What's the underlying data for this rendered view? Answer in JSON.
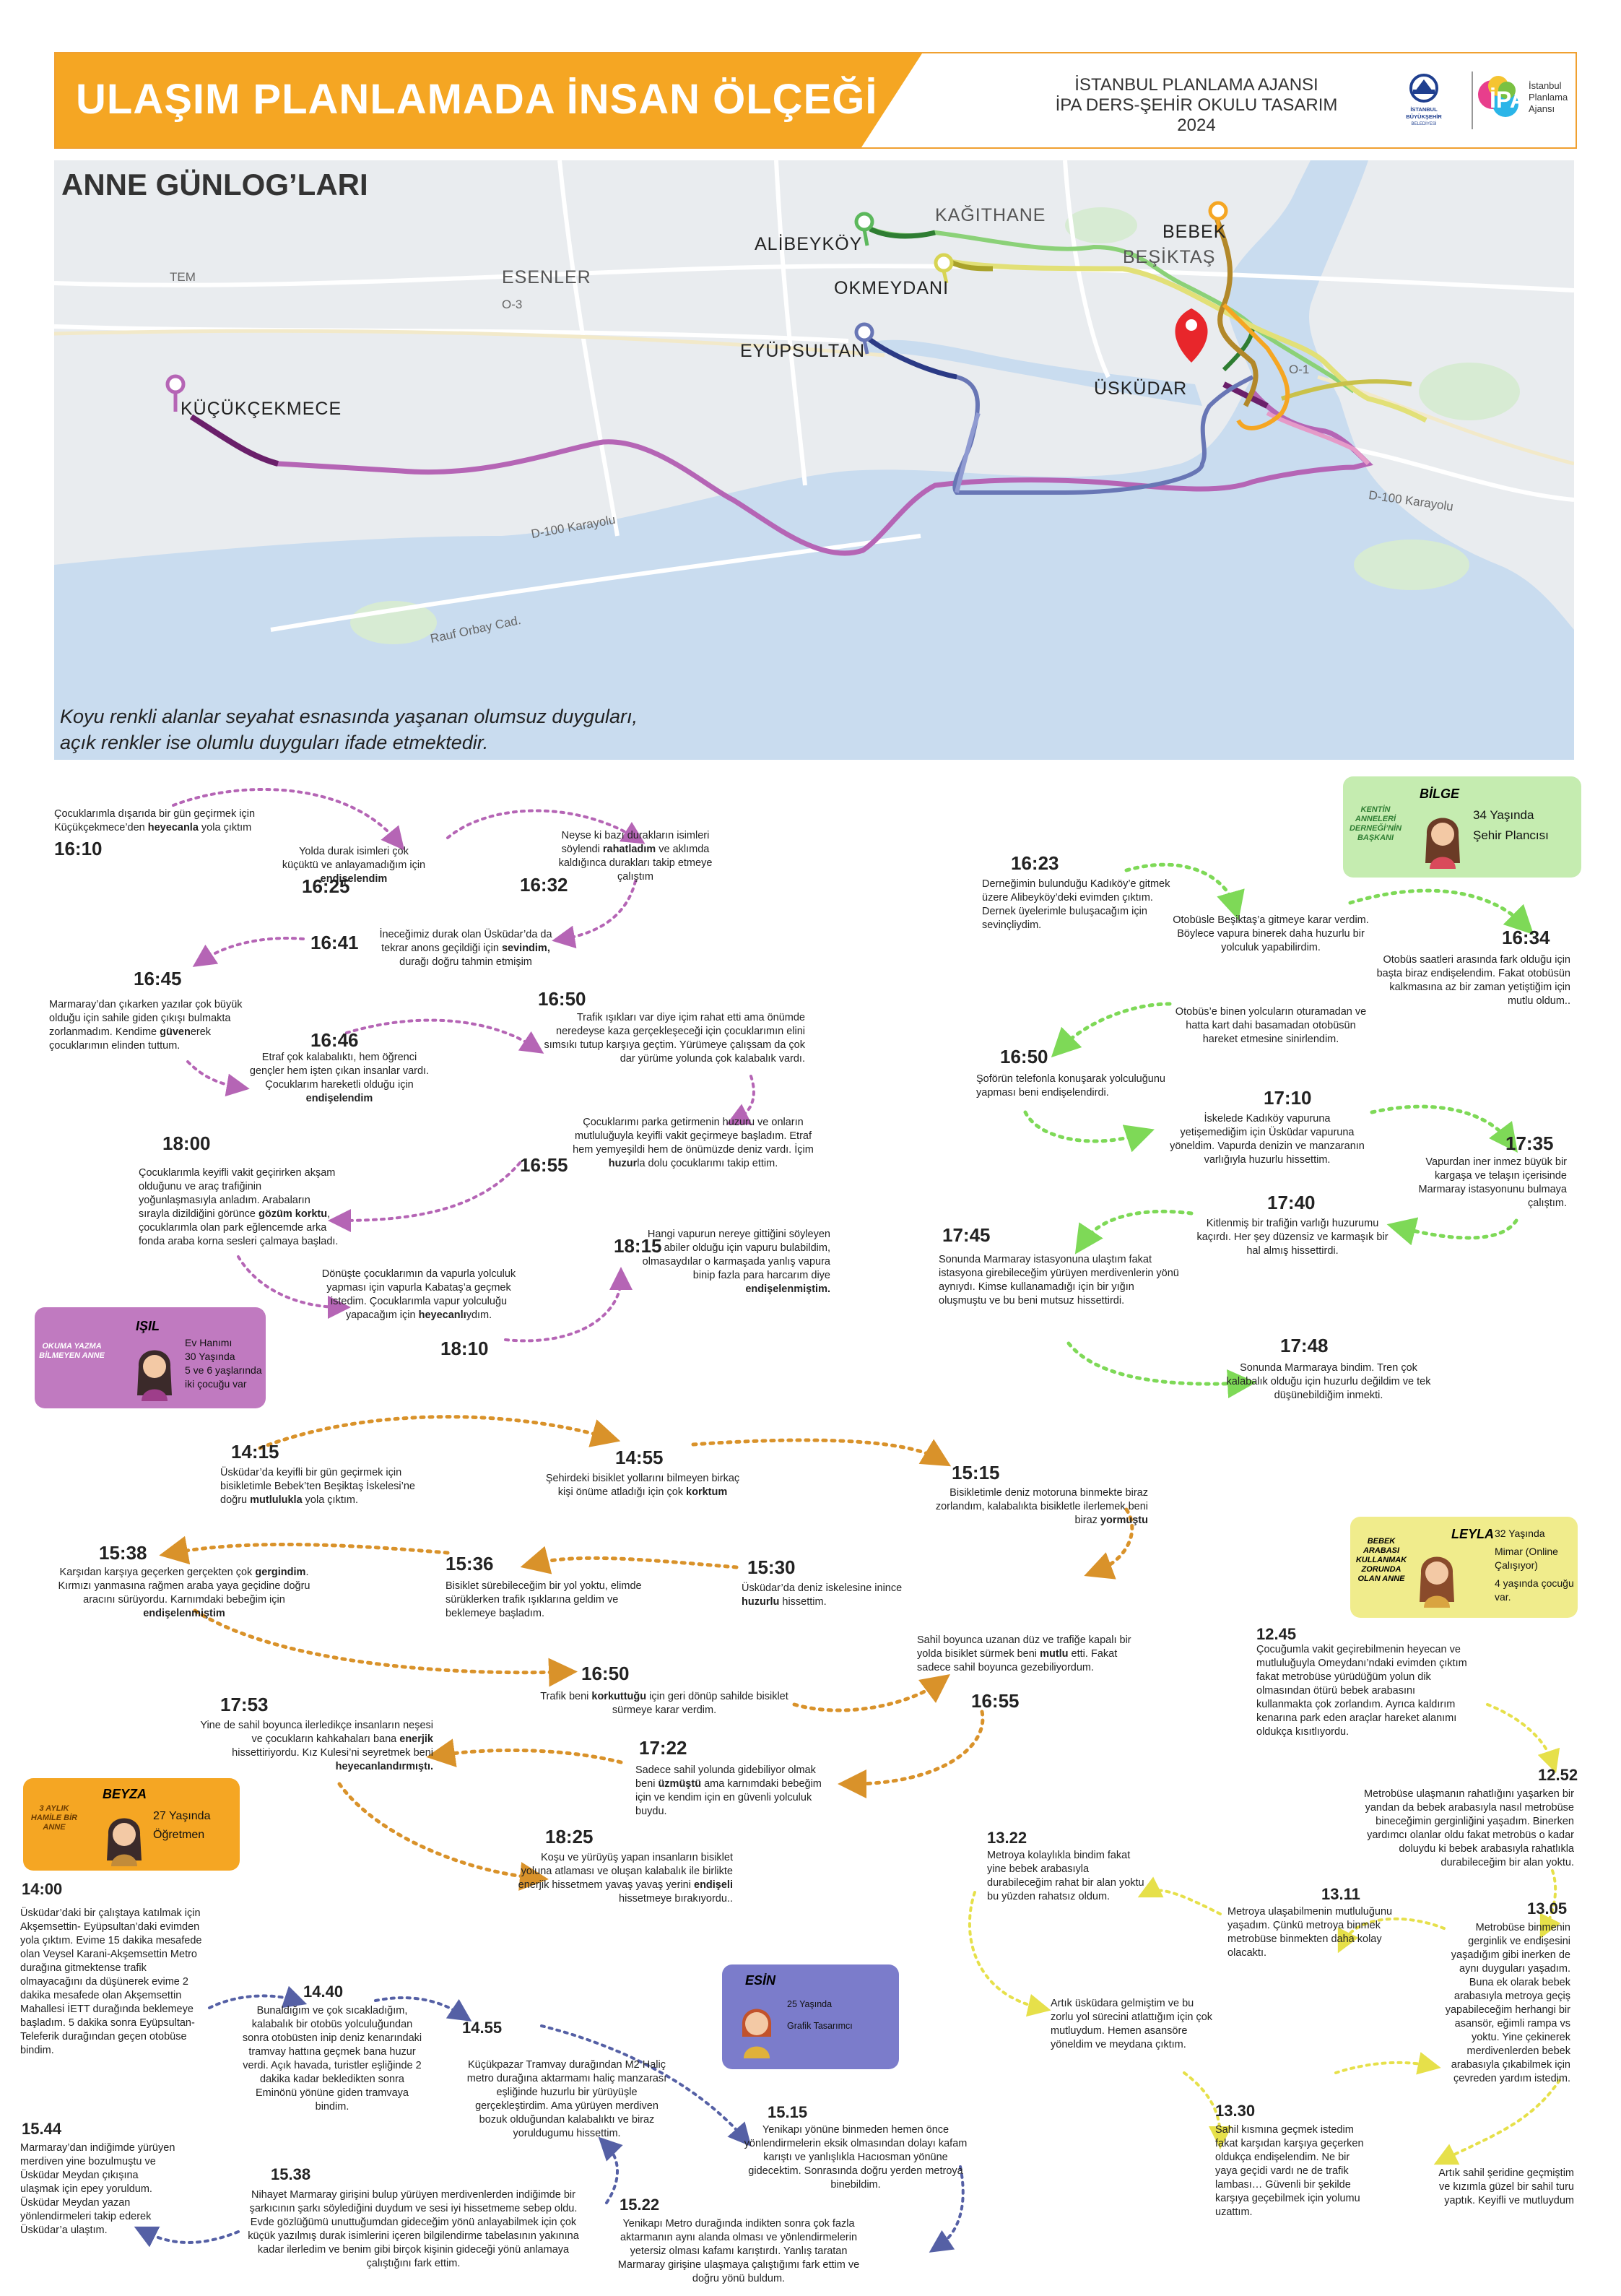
{
  "header": {
    "title": "ULAŞIM PLANLAMADA İNSAN ÖLÇEĞİ",
    "org_line1": "İSTANBUL PLANLAMA AJANSI",
    "org_line2": "İPA DERS-ŞEHİR OKULU TASARIM",
    "org_line3": "2024",
    "ibb_logo_text": "İSTANBUL BÜYÜKŞEHİR BELEDİYESİ",
    "ipa_logo_text": "İstanbul Planlama Ajansı"
  },
  "map": {
    "title": "ANNE GÜNLOG’LARI",
    "caption_line1": "Koyu renkli alanlar seyahat esnasında yaşanan olumsuz duyguları,",
    "caption_line2": "açık renkler ise olumlu duyguları ifade etmektedir.",
    "places": [
      "ALİBEYKÖY",
      "KAĞITHANE",
      "BEBEK",
      "BEŞİKTAŞ",
      "OKMEYDANI",
      "ESENLER",
      "EYÜPSULTAN",
      "KÜÇÜKÇEKMECE",
      "ÜSKÜDAR"
    ],
    "roads": [
      "TEM",
      "D-100 Karayolu",
      "Rauf Orbay Cad.",
      "O-1",
      "O-3"
    ]
  },
  "isil": {
    "name": "IŞIL",
    "tag": "OKUMA YAZMA BİLMEYEN ANNE",
    "info1": "Ev Hanımı",
    "info2": "30 Yaşında",
    "info3": "5 ve 6 yaşlarında iki çocuğu var",
    "times": [
      "16:10",
      "16:25",
      "16:32",
      "16:41",
      "16:45",
      "16:46",
      "16:50",
      "16:55",
      "18:00",
      "18:10",
      "18:15"
    ],
    "e1": "Çocuklarımla dışarıda bir gün geçirmek için Küçükçekmece’den ",
    "e1b": "heyecanla",
    "e1c": " yola çıktım",
    "e2": "Yolda durak isimleri çok küçüktü ve anlayamadığım için ",
    "e2b": "endişelendim",
    "e3": "Neyse ki bazı durakların isimleri söylendi ",
    "e3b": "rahatladım",
    "e3c": " ve aklımda kaldığınca durakları takip etmeye çalıştım",
    "e4": "İneceğimiz durak olan Üsküdar’da da tekrar anons geçildiği için ",
    "e4b": "sevindim,",
    "e4c": " durağı doğru tahmin etmişim",
    "e5": "Marmaray’dan çıkarken yazılar çok büyük olduğu için sahile giden çıkışı bulmakta zorlanmadım. Kendime ",
    "e5b": "güven",
    "e5c": "erek çocuklarımın elinden tuttum.",
    "e6": "Etraf çok kalabalıktı, hem öğrenci gençler hem işten çıkan insanlar vardı. Çocuklarım hareketli olduğu için ",
    "e6b": "endişelendim",
    "e7": "Trafik ışıkları var diye içim rahat etti ama önümde neredeyse kaza gerçekleşeceği için çocuklarımın elini sımsıkı tutup karşıya geçtim. Yürümeye çalışsam da çok dar yürüme yolunda çok kalabalık vardı.",
    "e8": "Çocuklarımı parka getirmenin huzuru ve onların mutluluğuyla keyifli vakit geçirmeye başladım. Etraf hem yemyeşildi hem de önümüzde deniz vardı. İçim ",
    "e8b": "huzur",
    "e8c": "la dolu çocuklarımı takip ettim.",
    "e9": "Çocuklarımla keyifli vakit geçirirken akşam olduğunu ve araç trafiğinin yoğunlaşmasıyla anladım. Arabaların sırayla dizildiğini görünce ",
    "e9b": "gözüm korktu",
    "e9c": ", çocuklarımla olan park eğlencemde arka fonda araba korna sesleri çalmaya başladı.",
    "e10": "Dönüşte çocuklarımın da vapurla yolculuk yapması için vapurla Kabataş’a geçmek istedim. Çocuklarımla vapur yolculuğu yapacağım için ",
    "e10b": "heyecanlı",
    "e10c": "ydım.",
    "e11": "Hangi vapurun nereye gittiğini söyleyen abiler olduğu için vapuru bulabildim, olmasaydılar o karmaşada yanlış vapura binip fazla para harcarım diye ",
    "e11b": "endişelenmiştim."
  },
  "bilge": {
    "name": "BİLGE",
    "tag": "KENTİN ANNELERİ DERNEĞİ’NİN BAŞKANI",
    "info1": "34 Yaşında",
    "info2": "Şehir Plancısı",
    "times": [
      "16:23",
      "16:34",
      "16:50",
      "17:10",
      "17:35",
      "17:40",
      "17:45",
      "17:48"
    ],
    "e1": "Derneğimin bulunduğu Kadıköy’e gitmek üzere Alibeyköy’deki evimden çıktım. Dernek üyelerimle buluşacağım için sevinçliydim.",
    "e2": "Otobüsle Beşiktaş’a gitmeye karar verdim. Böylece vapura binerek daha huzurlu bir yolculuk yapabilirdim.",
    "e3": "Otobüs saatleri arasında fark olduğu için başta biraz endişelendim. Fakat otobüsün kalkmasına az bir zaman yetiştiğim için mutlu oldum..",
    "e4": "Otobüs’e binen yolcuların oturamadan ve hatta kart dahi basamadan otobüsün hareket etmesine sinirlendim.",
    "e5": "Şoförün telefonla konuşarak yolculuğunu yapması beni endişelendirdi.",
    "e6": "İskelede Kadıköy vapuruna yetişemediğim için Üsküdar vapuruna yöneldim. Vapurda denizin ve manzaranın varlığıyla huzurlu hissettim.",
    "e7": "Vapurdan iner inmez büyük bir kargaşa ve telaşın içerisinde Marmaray istasyonunu bulmaya çalıştım.",
    "e8": "Kitlenmiş bir trafiğin varlığı huzurumu kaçırdı. Her şey düzensiz ve karmaşık bir hal almış hissettirdi.",
    "e9": "Sonunda Marmaray istasyonuna ulaştım fakat istasyona girebileceğim yürüyen merdivenlerin yönü aynıydı. Kimse kullanamadığı için bir yığın oluşmuştu ve bu beni mutsuz hissettirdi.",
    "e10": "Sonunda Marmaraya bindim. Tren çok kalabalık olduğu için huzurlu değildim ve tek düşünebildiğim inmekti."
  },
  "beyza": {
    "name": "BEYZA",
    "tag": "3 AYLIK HAMİLE BİR ANNE",
    "info1": "27 Yaşında",
    "info2": "Öğretmen",
    "times": [
      "14:15",
      "14:55",
      "15:15",
      "15:38",
      "15:36",
      "15:30",
      "16:50",
      "16:55",
      "17:53",
      "17:22",
      "18:25"
    ],
    "e1": "Üsküdar’da keyifli bir gün geçirmek için bisikletimle Bebek’ten Beşiktaş İskelesi’ne doğru ",
    "e1b": "mutlulukla",
    "e1c": " yola çıktım.",
    "e2": "Şehirdeki bisiklet yollarını bilmeyen birkaç kişi önüme atladığı için çok ",
    "e2b": "korktum",
    "e3": "Bisikletimle deniz motoruna binmekte biraz zorlandım, kalabalıkta bisikletle ilerlemek beni biraz ",
    "e3b": "yormuştu",
    "e4": "Karşıdan karşıya geçerken gerçekten çok ",
    "e4b": "gergindim",
    "e4c": ". Kırmızı yanmasına rağmen araba yaya geçidine doğru aracını sürüyordu. Karnımdaki bebeğim için ",
    "e4d": "endişelenmiştim",
    "e5": "Bisiklet sürebileceğim bir yol yoktu, elimde sürüklerken trafik ışıklarına geldim ve beklemeye başladım.",
    "e6": "Üsküdar’da deniz iskelesine inince ",
    "e6b": "huzurlu",
    "e6c": " hissettim.",
    "e7": "Trafik beni ",
    "e7b": "korkuttuğu",
    "e7c": " için geri dönüp sahilde  bisiklet sürmeye karar verdim.",
    "e8": "Sahil boyunca uzanan düz ve trafiğe kapalı bir yolda bisiklet sürmek  beni ",
    "e8b": "mutlu",
    "e8c": " etti. Fakat sadece sahil boyunca gezebiliyordum.",
    "e9": "Yine de sahil boyunca ilerledikçe insanların neşesi ve çocukların kahkahaları bana ",
    "e9b": "enerjik",
    "e9c": " hissettiriyordu. Kız Kulesi’ni seyretmek beni ",
    "e9d": "heyecanlandırmıştı.",
    "e10": "Sadece sahil yolunda gidebiliyor olmak beni ",
    "e10b": "üzmüştü",
    "e10c": " ama karnımdaki bebeğim için ve kendim için en güvenli yolculuk buydu.",
    "e11": "Koşu ve yürüyüş yapan insanların bisiklet yoluna atlaması ve oluşan kalabalık ile birlikte enerjik hissetmem yavaş yavaş yerini ",
    "e11b": "endişeli",
    "e11c": " hissetmeye  bırakıyordu.."
  },
  "leyla": {
    "name": "LEYLA",
    "tag": "BEBEK ARABASI KULLANMAK ZORUNDA OLAN ANNE",
    "info1": "32 Yaşında",
    "info2": "Mimar (Online Çalışıyor)",
    "info3": "4 yaşında çocuğu var.",
    "times": [
      "12.45",
      "12.52",
      "13.22",
      "13.11",
      "13.05",
      "13.30"
    ],
    "e1": "Çocuğumla vakit geçirebilmenin heyecan ve mutluluğuyla Omeydanı’ndaki evimden çıktım fakat metrobüse yürüdüğüm yolun dik olmasından ötürü bebek arabasını kullanmakta çok zorlandım. Ayrıca kaldırım kenarına park eden araçlar hareket alanımı oldukça kısıtlıyordu.",
    "e2": "Metrobüse ulaşmanın rahatlığını yaşarken bir yandan da bebek arabasıyla nasıl metrobüse bineceğimin gerginliğini yaşadım. Binerken yardımcı olanlar oldu fakat metrobüs o kadar doluydu ki bebek arabasıyla rahatlıkla durabileceğim bir alan yoktu.",
    "e3": "Metroya kolaylıkla bindim fakat yine bebek arabasıyla durabileceğim rahat bir alan yoktu bu yüzden rahatsız oldum.",
    "e4": "Metroya ulaşabilmenin mutluluğunu yaşadım. Çünkü metroya binmek metrobüse binmekten daha kolay olacaktı.",
    "e5": "Metrobüse binmenin gerginlik ve endişesini yaşadığım gibi inerken de aynı duyguları yaşadım. Buna ek olarak bebek arabasıyla metroya geçiş yapabileceğim herhangi bir asansör, eğimli rampa vs yoktu. Yine çekinerek merdivenlerden bebek arabasıyla çıkabilmek için çevreden yardım istedim.",
    "e6": "Artık üsküdara gelmiştim ve bu zorlu yol sürecini atlattığım için çok mutluydum. Hemen asansöre yöneldim ve meydana çıktım.",
    "e7": "Sahil kısmına geçmek istedim fakat karşıdan karşıya geçerken oldukça endişelendim. Ne bir yaya geçidi vardı ne de trafik lambası… Güvenli bir şekilde karşıya geçebilmek için yolumu uzattım.",
    "e8": "Artık sahil şeridine geçmiştim ve kızımla güzel bir sahil turu yaptık. Keyifli ve mutluydum"
  },
  "esin": {
    "name": "ESİN",
    "info1": "25 Yaşında",
    "info2": "Grafik Tasarımcı",
    "times": [
      "14:00",
      "14.40",
      "14.55",
      "15.15",
      "15.44",
      "15.38",
      "15.22"
    ],
    "e1": "Üsküdar’daki bir çalıştaya katılmak için Akşemsettin- Eyüpsultan’daki evimden yola çıktım. Evime 15 dakika mesafede olan Veysel Karani-Akşemsettin Metro durağına gitmektense trafik olmayacağını da düşünerek evime 2 dakika mesafede olan Akşemsettin Mahallesi İETT durağında beklemeye başladım. 5 dakika sonra Eyüpsultan-Teleferik durağından geçen otobüse bindim.",
    "e2": "Bunaldığım ve çok sıcakladığım, kalabalık bir otobüs yolculuğundan sonra  otobüsten inip deniz kenarındaki tramvay hattına geçmek bana huzur verdi. Açık havada, turistler eşliğinde  2 dakika kadar bekledikten sonra Eminönü yönüne giden tramvaya bindim.",
    "e3": "Küçükpazar Tramvay durağından M2 Haliç metro durağına aktarmamı haliç manzarası eşliğinde huzurlu bir yürüyüşle gerçekleştirdim. Ama yürüyen merdiven bozuk olduğundan kalabalıktı ve biraz yoruldugumu hissettim.",
    "e4": "Yenikapı yönüne binmeden hemen önce yönlendirmelerin eksik olmasından dolayı kafam karıştı ve yanlışlıkla Hacıosman yönüne gidecektim.  Sonrasında doğru yerden metroya binebildim.",
    "e5": "Marmaray’dan indiğimde yürüyen merdiven yine bozulmuştu ve Üsküdar Meydan çıkışına ulaşmak için epey yoruldum. Üsküdar Meydan yazan yönlendirmeleri takip ederek Üsküdar’a ulaştım.",
    "e6": "Nihayet Marmaray girişini bulup yürüyen merdivenlerden indiğimde bir şarkıcının şarkı söylediğini duydum ve sesi iyi hissetmeme sebep oldu. Evde gözlüğümü unuttuğumdan gideceğim yönü anlayabilmek için çok küçük yazılmış durak isimlerini içeren bilgilendirme tabelasının yakınına kadar ilerledim ve benim gibi birçok kişinin gideceği yönü anlamaya çalıştığını fark ettim.",
    "e7": "Yenikapı Metro durağında indikten sonra çok fazla aktarmanın aynı alanda olması ve yönlendirmelerin yetersiz olması kafamı karıştırdı. Yanlış taratan Marmaray girişine ulaşmaya çalıştığımı fark ettim ve doğru yönü buldum."
  }
}
